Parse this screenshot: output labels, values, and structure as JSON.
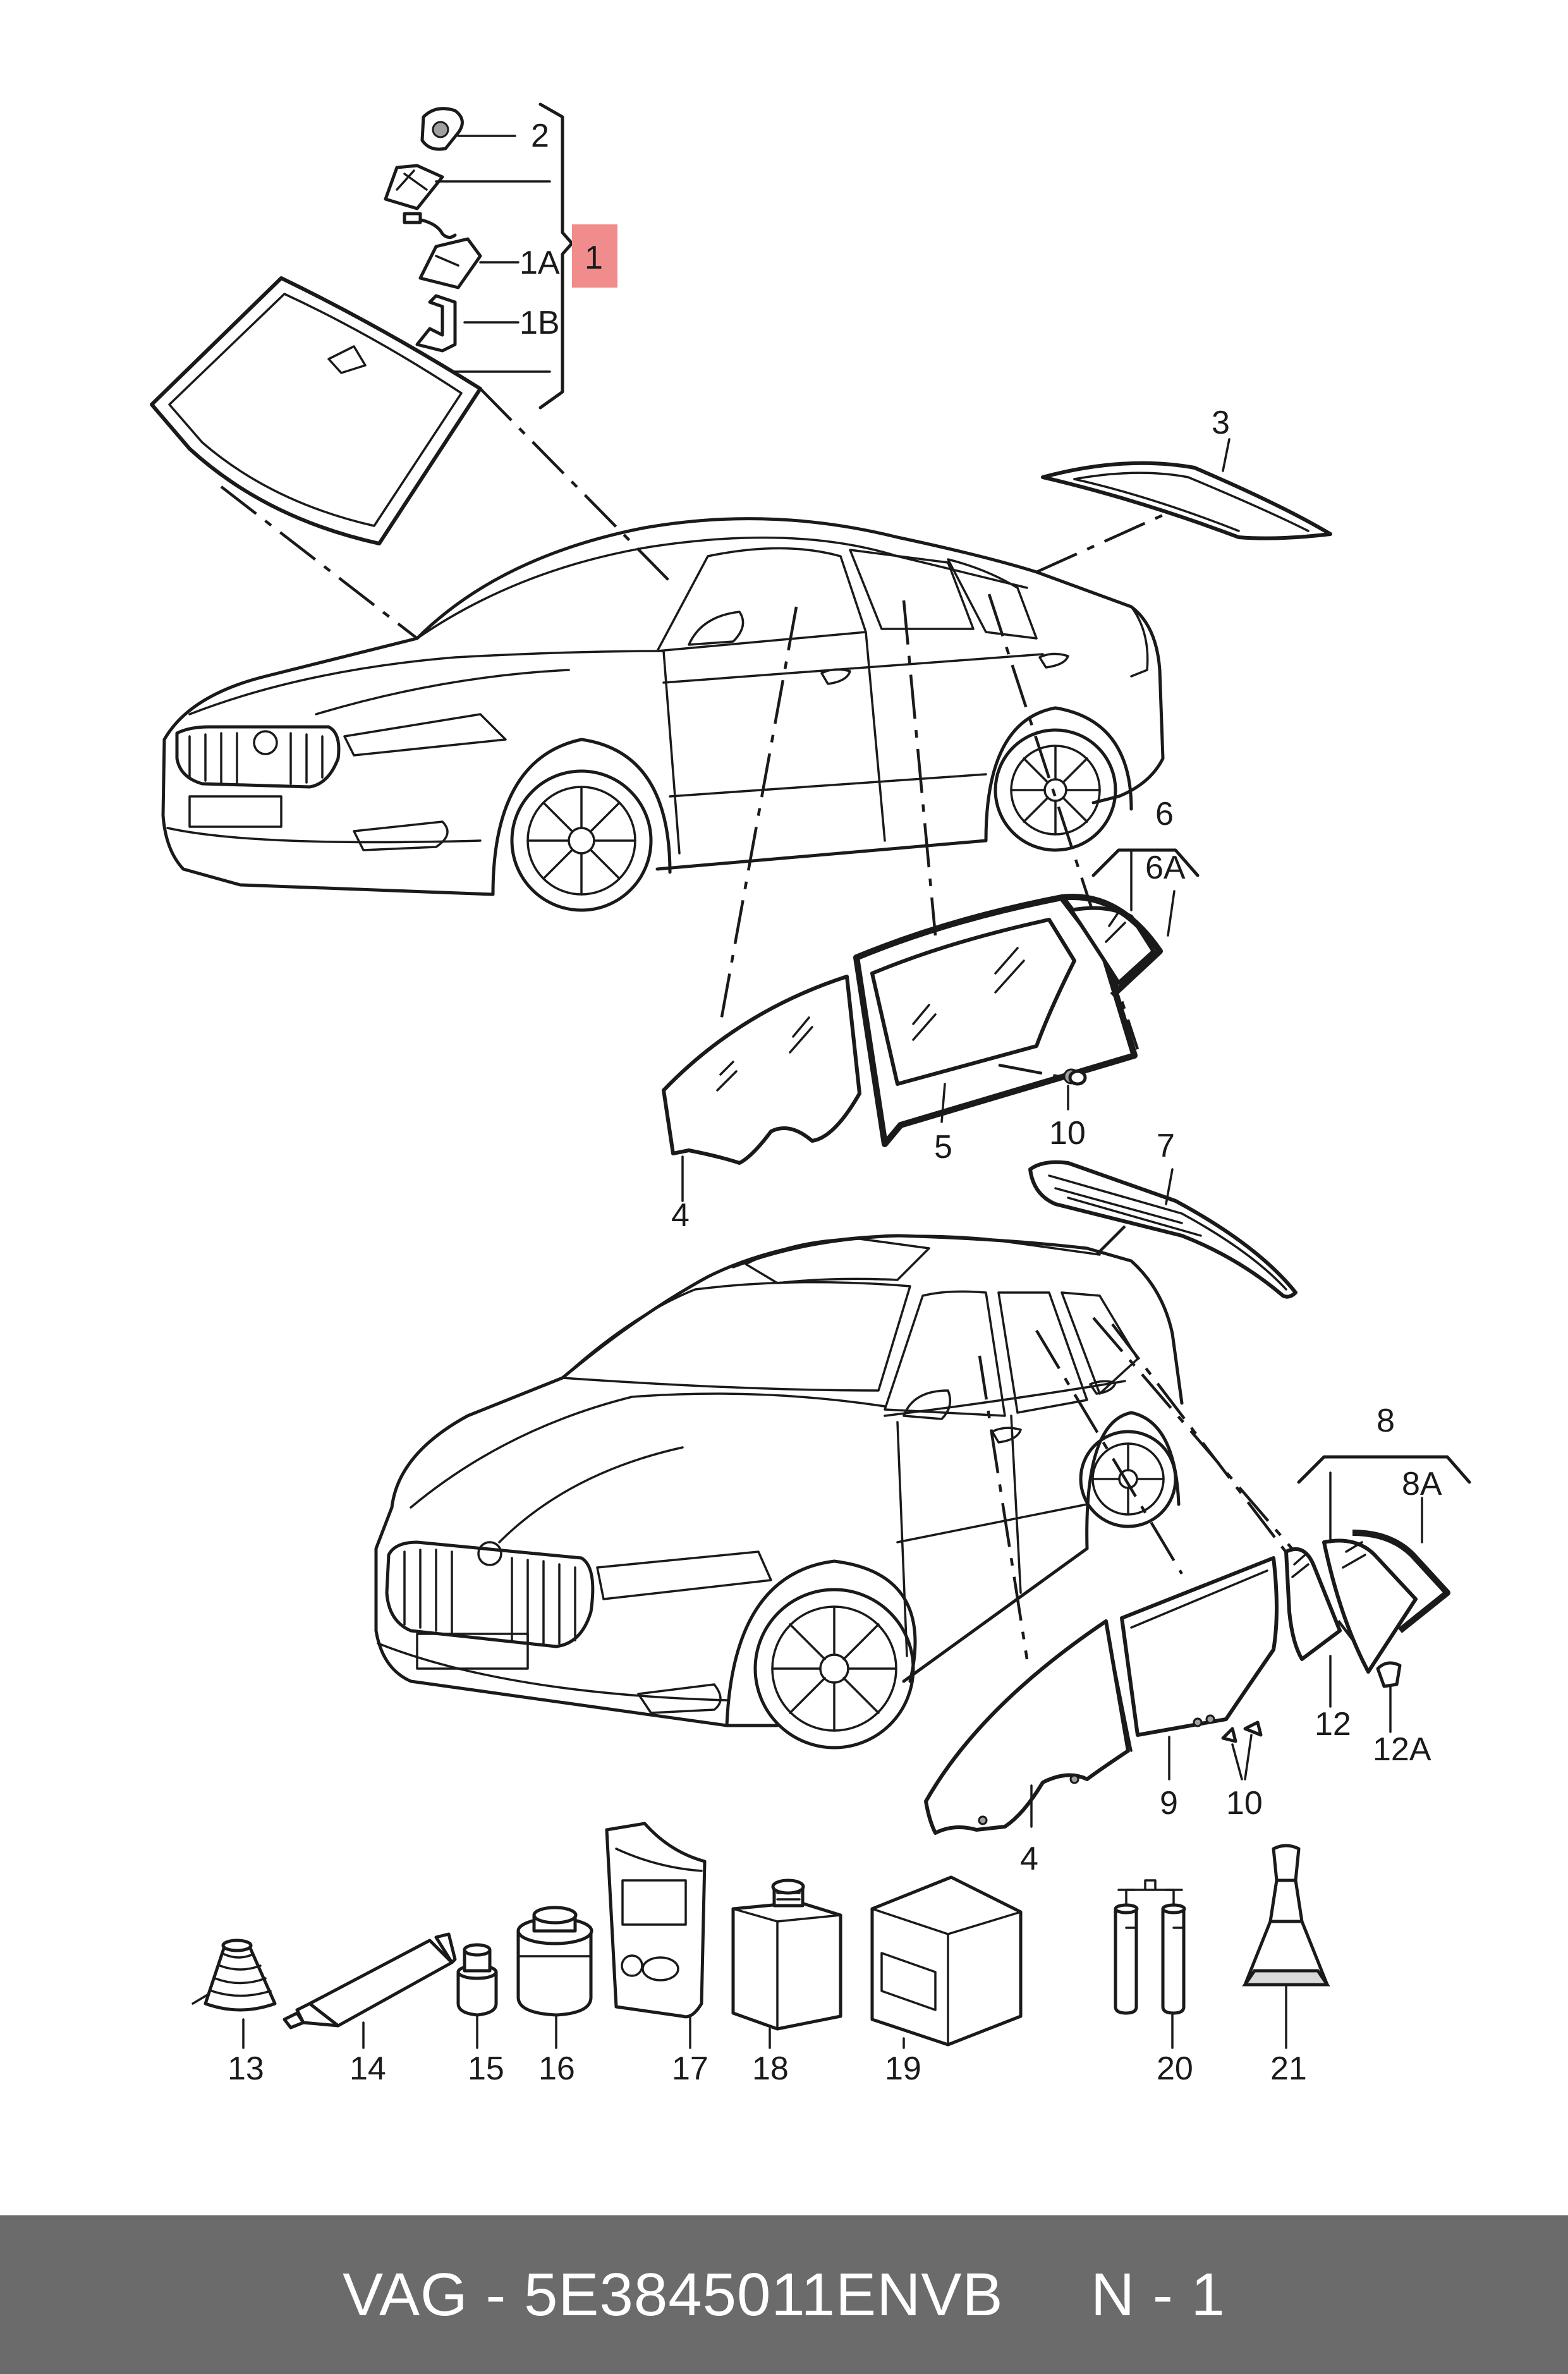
{
  "callouts": {
    "c1": "1",
    "c1A": "1A",
    "c1B": "1B",
    "c2": "2",
    "c3": "3",
    "c4a": "4",
    "c4b": "4",
    "c5": "5",
    "c6": "6",
    "c6A": "6A",
    "c7": "7",
    "c8": "8",
    "c8A": "8A",
    "c9": "9",
    "c10a": "10",
    "c10b": "10",
    "c12": "12",
    "c12A": "12A",
    "c13": "13",
    "c14": "14",
    "c15": "15",
    "c16": "16",
    "c17": "17",
    "c18": "18",
    "c19": "19",
    "c20": "20",
    "c21": "21"
  },
  "footer": {
    "text": "VAG - 5E3845011ENVB     N - 1"
  },
  "colors": {
    "highlight": "#f08c8c",
    "footer_bg": "#6b6b6b",
    "line": "#1a1a1a"
  }
}
